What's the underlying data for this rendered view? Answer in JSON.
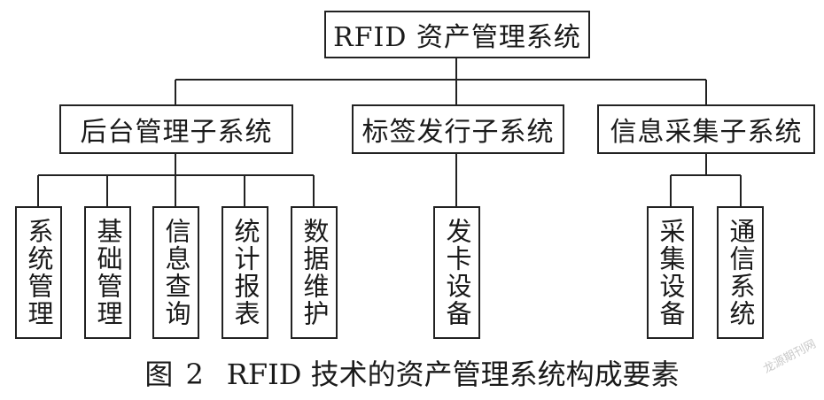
{
  "root": {
    "label": "RFID 资产管理系统"
  },
  "subsystems": [
    {
      "label": "后台管理子系统",
      "children": [
        "系统管理",
        "基础管理",
        "信息查询",
        "统计报表",
        "数据维护"
      ]
    },
    {
      "label": "标签发行子系统",
      "children": [
        "发卡设备"
      ]
    },
    {
      "label": "信息采集子系统",
      "children": [
        "采集设备",
        "通信系统"
      ]
    }
  ],
  "caption": {
    "prefix": "图",
    "number": "2",
    "text": "RFID 技术的资产管理系统构成要素"
  },
  "watermark": "龙源期刊网"
}
